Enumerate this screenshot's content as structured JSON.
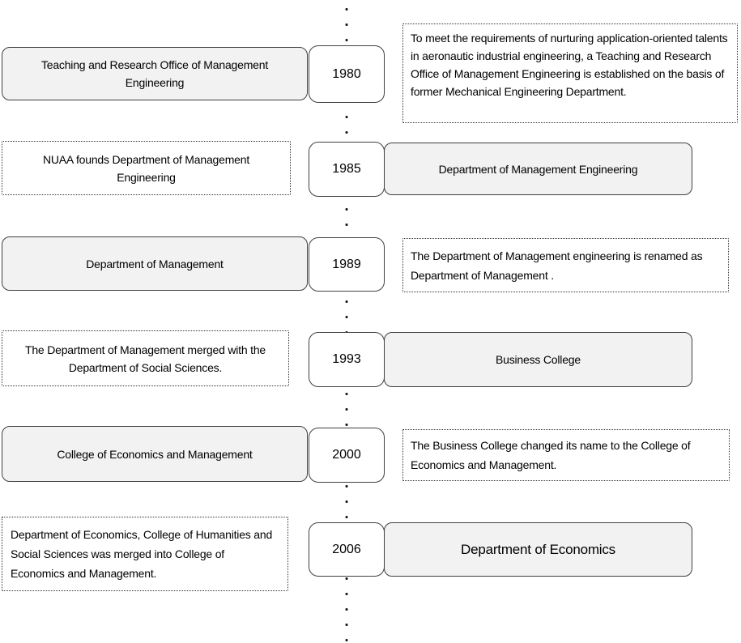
{
  "timeline": {
    "rows": [
      {
        "year": "1980",
        "left": "Teaching and Research Office of Management Engineering",
        "right": "To meet the requirements of nurturing application-oriented talents in aeronautic industrial engineering, a Teaching and Research Office of Management Engineering is established on the basis of former Mechanical Engineering Department."
      },
      {
        "year": "1985",
        "left": "NUAA founds Department of Management Engineering",
        "right": "Department of Management Engineering"
      },
      {
        "year": "1989",
        "left": "Department of Management",
        "right": "The Department of Management engineering is renamed as Department of Management ."
      },
      {
        "year": "1993",
        "left": "The Department of Management merged with the Department of Social Sciences.",
        "right": "Business College"
      },
      {
        "year": "2000",
        "left": "College of Economics and Management",
        "right": "The Business College changed its name to the College of Economics and Management."
      },
      {
        "year": "2006",
        "left": "Department of Economics, College of Humanities and Social Sciences was merged into College of Economics and Management.",
        "right": "Department of Economics"
      }
    ],
    "colors": {
      "box_fill": "#f2f2f2",
      "box_border": "#404040",
      "dotted_border": "#333333",
      "text": "#000000",
      "background": "#ffffff"
    }
  }
}
